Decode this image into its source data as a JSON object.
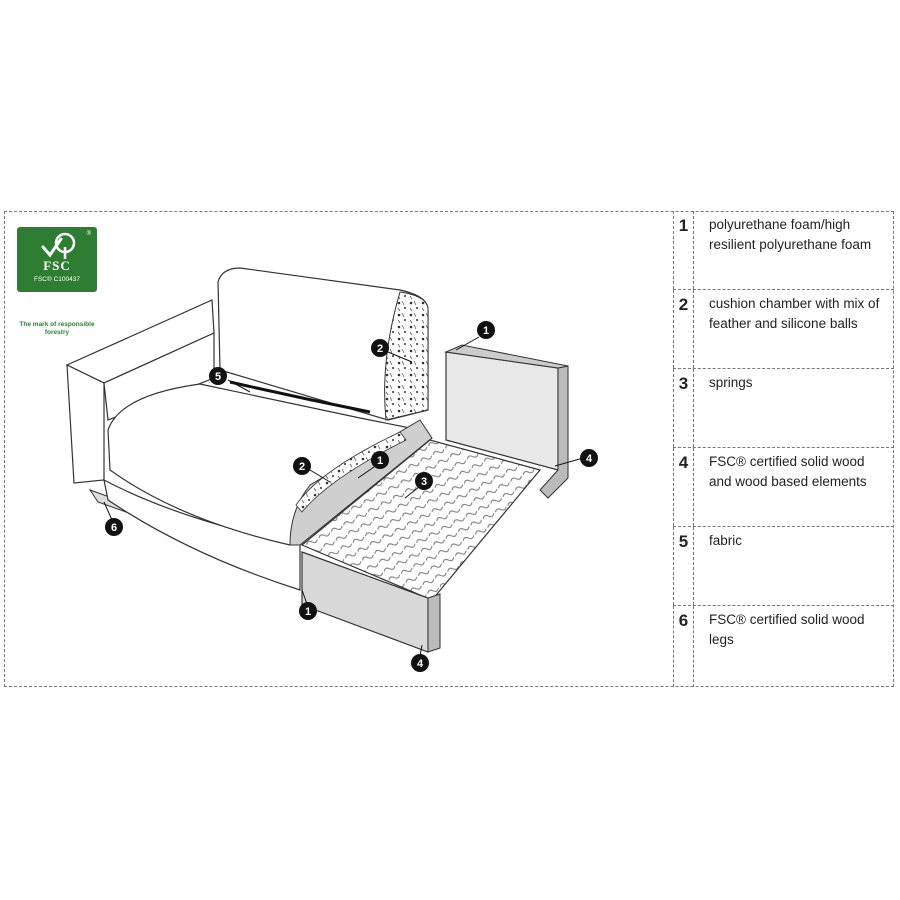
{
  "logo": {
    "name": "FSC",
    "registered": "®",
    "code": "FSC® C100437",
    "tagline": "The mark of responsible forestry"
  },
  "callouts": [
    "1",
    "2",
    "5",
    "1",
    "2",
    "1",
    "3",
    "4",
    "6",
    "1",
    "4"
  ],
  "legend": [
    {
      "number": "1",
      "text": "polyurethane foam/high resilient polyurethane foam"
    },
    {
      "number": "2",
      "text": "cushion chamber with mix of feather and silicone balls"
    },
    {
      "number": "3",
      "text": "springs"
    },
    {
      "number": "4",
      "text": "FSC® certified solid wood and wood based elements"
    },
    {
      "number": "5",
      "text": "fabric"
    },
    {
      "number": "6",
      "text": "FSC® certified solid wood legs"
    }
  ],
  "colors": {
    "fsc_green": "#2e7d32",
    "line": "#333333",
    "wood_fill": "#d8d8d8",
    "callout_fill": "#111111"
  }
}
